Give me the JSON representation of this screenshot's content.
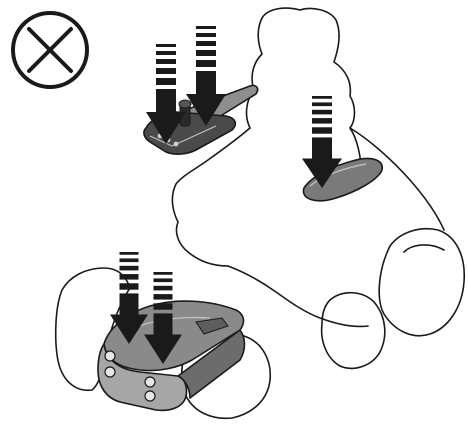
{
  "illustration": {
    "subject": "wheelchair-with-parts-being-pressed",
    "prohibition_symbol": "circle-x-icon",
    "parts": [
      "armrest-joystick-control",
      "armrest-pad",
      "front-bumper-unit"
    ],
    "colors": {
      "background": "#ffffff",
      "line": "#1a1a1a",
      "part_fill_dark": "#6f6f6f",
      "part_fill_mid": "#9a9a9a",
      "part_fill_light": "#c8c8c8",
      "arrow": "#1a1a1a"
    }
  }
}
